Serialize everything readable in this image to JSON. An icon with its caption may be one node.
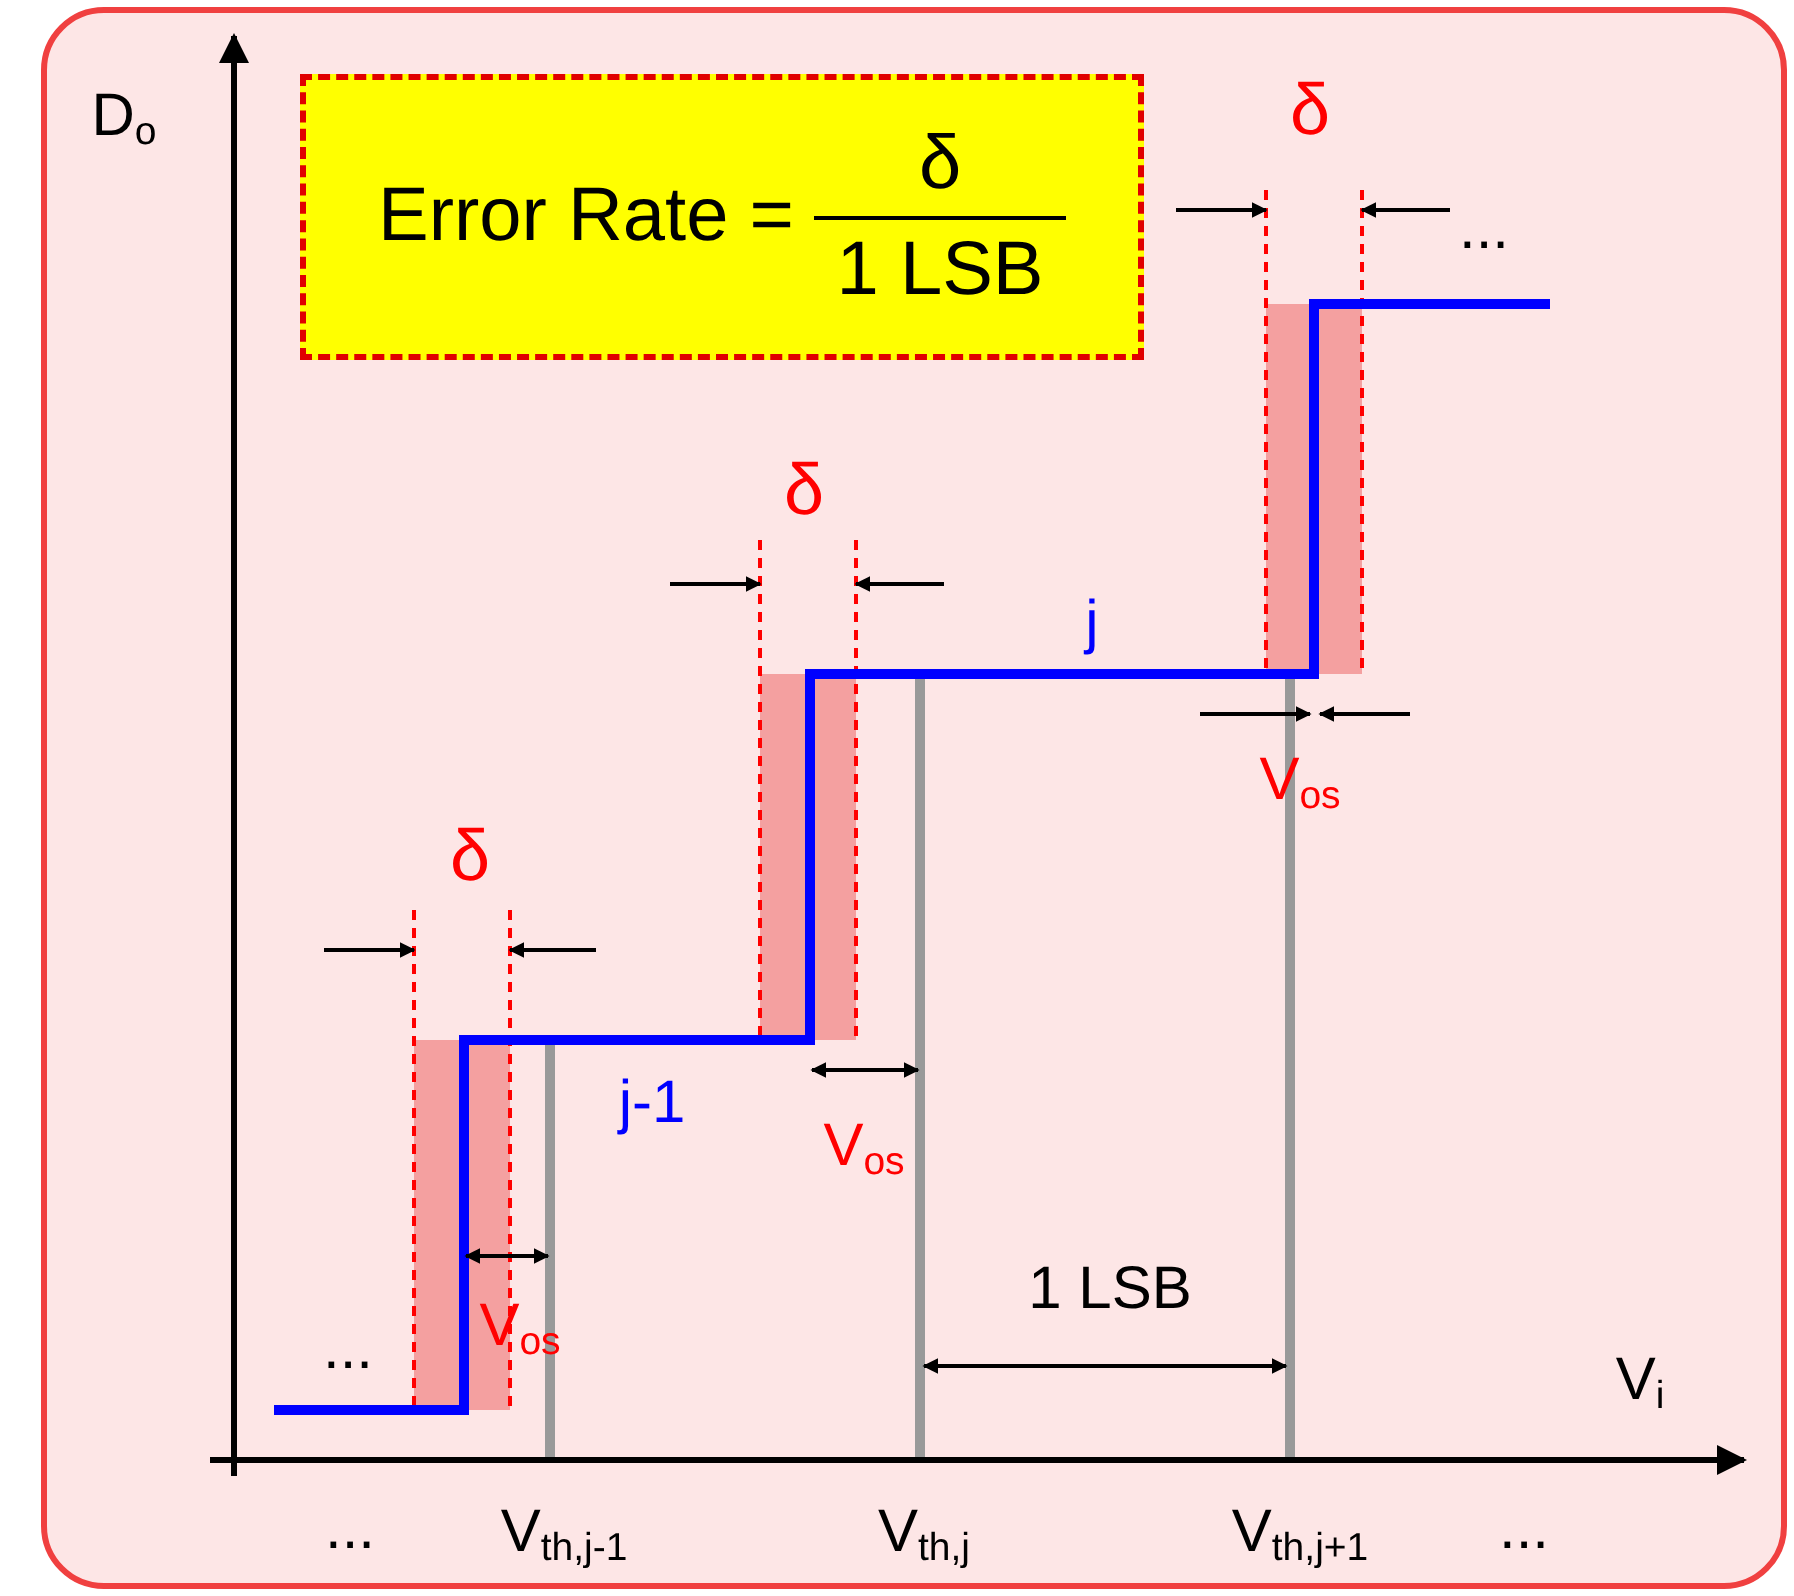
{
  "diagram": {
    "nodes": [
      {
        "text": [
          "Error Rate =",
          "δ",
          "1 LSB"
        ]
      }
    ],
    "labels": [
      "D$_{o}$",
      "δ",
      "...",
      "δ",
      "j",
      "V$_{os}$",
      "δ",
      "j-1",
      "V$_{os}$",
      "1 LSB",
      "...",
      "V$_{os}$",
      "V$_{i}$",
      "...",
      "V$_{th,j-1}$",
      "V$_{th,j}$",
      "V$_{th,j+1}$",
      "..."
    ]
  }
}
